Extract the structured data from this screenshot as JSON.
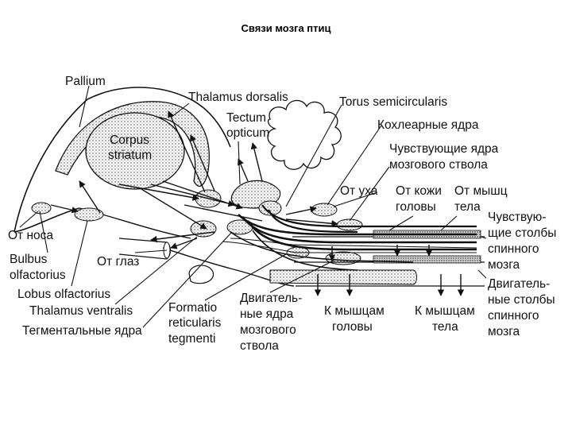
{
  "title": "Связи мозга птиц",
  "labels": {
    "pallium": "Pallium",
    "thalamus_dorsalis": "Thalamus dorsalis",
    "torus": "Torus semicircularis",
    "corpus_1": "Corpus",
    "corpus_2": "striatum",
    "tectum_1": "Tectum",
    "tectum_2": "opticum",
    "cochlear": "Кохлеарные ядра",
    "sensory_nuclei_1": "Чувствующие ядра",
    "sensory_nuclei_2": "мозгового ствола",
    "from_ear": "От уха",
    "from_skin_1": "От кожи",
    "from_skin_2": "головы",
    "from_muscle_1": "От мышц",
    "from_muscle_2": "тела",
    "sensory_cols_1": "Чувствую-",
    "sensory_cols_2": "щие столбы",
    "sensory_cols_3": "спинного",
    "sensory_cols_4": "мозга",
    "from_nose": "От носа",
    "bulbus_1": "Bulbus",
    "bulbus_2": "olfactorius",
    "from_eyes": "От глаз",
    "lobus": "Lobus olfactorius",
    "thalamus_ventralis": "Thalamus ventralis",
    "tegmental": "Тегментальные ядра",
    "formatio_1": "Formatio",
    "formatio_2": "reticularis",
    "formatio_3": "tegmenti",
    "motor_nuclei_1": "Двигатель-",
    "motor_nuclei_2": "ные ядра",
    "motor_nuclei_3": "мозгового",
    "motor_nuclei_4": "ствола",
    "to_head_1": "К мышцам",
    "to_head_2": "головы",
    "to_body_1": "К мышцам",
    "to_body_2": "тела",
    "motor_cols_1": "Двигатель-",
    "motor_cols_2": "ные столбы",
    "motor_cols_3": "спинного",
    "motor_cols_4": "мозга"
  }
}
